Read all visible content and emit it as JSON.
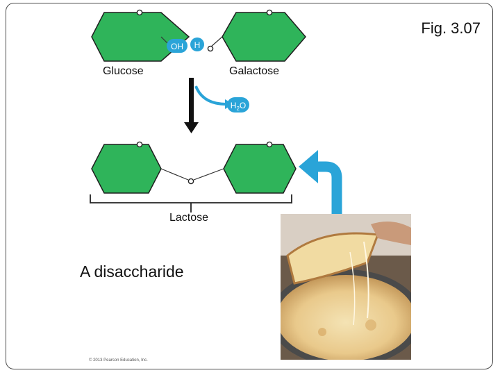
{
  "figure_label": "Fig. 3.07",
  "molecules": {
    "glucose": "Glucose",
    "galactose": "Galactose",
    "product": "Lactose",
    "product_class": "A disaccharide"
  },
  "groups": {
    "hydroxyl": "OH",
    "hydrogen": "H",
    "water": "H",
    "water_subscript": "2",
    "water_tail": "O",
    "oxygen": "O"
  },
  "copyright": "© 2013 Pearson Education, Inc.",
  "colors": {
    "sugar_ring": "#2fb45a",
    "ring_outline": "#1e1e1e",
    "group_bubble": "#2aa4d8",
    "arrow_blue": "#2aa4d8",
    "reaction_arrow": "#111111"
  },
  "photo": {
    "subject": "pizza-cheese-photo"
  }
}
